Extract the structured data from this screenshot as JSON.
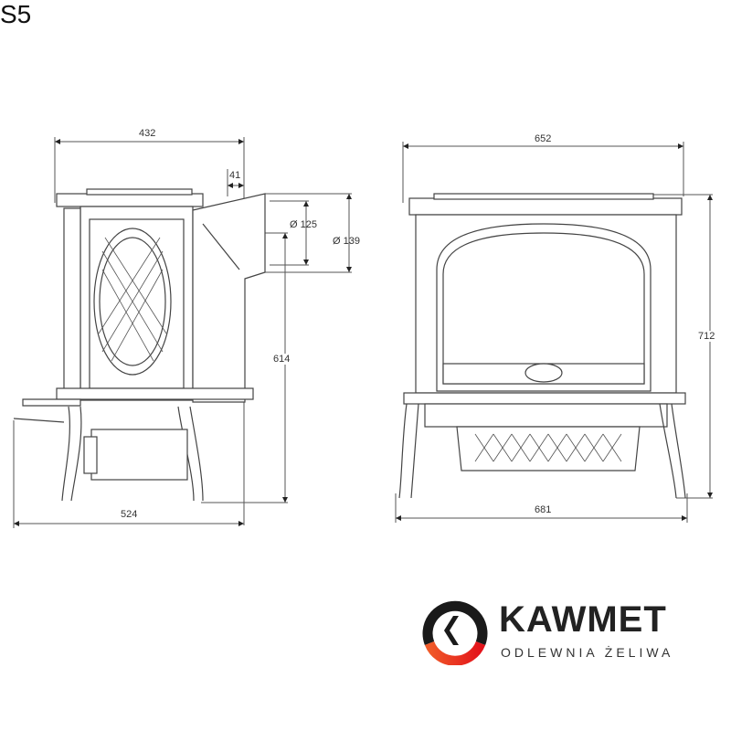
{
  "title": "S5",
  "side_view": {
    "dimensions": {
      "depth_top": "432",
      "flue_offset": "41",
      "flue_inner_diameter": "Ø 125",
      "flue_outer_diameter": "Ø 139",
      "flue_center_height": "614",
      "depth_total": "524"
    }
  },
  "front_view": {
    "dimensions": {
      "width_top": "652",
      "height_total": "712",
      "width_total": "681"
    }
  },
  "logo": {
    "brand": "KAWMET",
    "subtitle": "ODLEWNIA ŻELIWA",
    "colors": {
      "ring": "#1a1a1a",
      "accent_start": "#f05a28",
      "accent_end": "#e3131b",
      "text": "#222222"
    }
  }
}
